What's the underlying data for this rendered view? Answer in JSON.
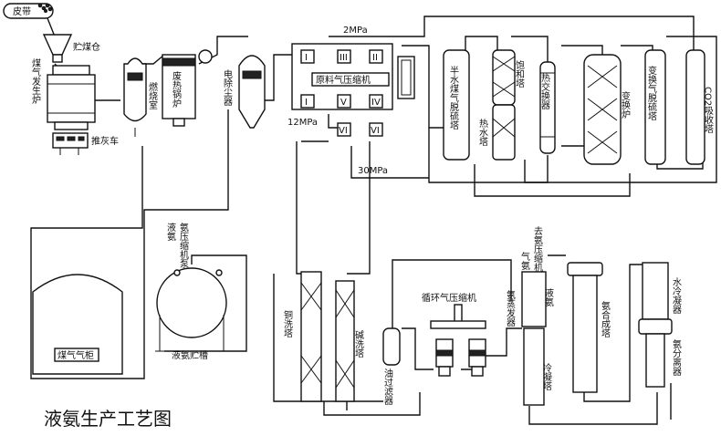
{
  "title": "液氨生产工艺图",
  "labels": {
    "belt": "皮带",
    "coal_bin": "贮煤仓",
    "gas_generator": "煤气发生炉",
    "ash_cart": "推灰车",
    "combustion_chamber": "燃烧室",
    "waste_heat_boiler": "废热锅炉",
    "electrostatic_precipitator": "电除尘器",
    "raw_gas_compressor": "原料气压缩机",
    "pressure_2": "2MPa",
    "pressure_12": "12MPa",
    "pressure_30": "30MPa",
    "semi_water_gas_desulfurizer": "半水煤气脱硫塔",
    "saturation_tower": "饱和塔",
    "hot_water_tower": "热水塔",
    "heat_exchanger": "热交换器",
    "shift_converter": "变换炉",
    "shift_gas_desulfurizer": "变换气脱硫塔",
    "co2_absorber": "CO2吸收塔",
    "gas_holder": "煤气气柜",
    "liquid_ammonia_label": "液氨",
    "ammonia_pump": "氨压缩机泵",
    "liquid_ammonia_tank": "液氨贮槽",
    "copper_wash": "铜洗塔",
    "alkali_wash": "碱洗塔",
    "oil_filter": "油过滤器",
    "circulating_compressor": "循环气压缩机",
    "ammonia_gas": "气氨",
    "ammonia_evaporator": "氨蒸发器",
    "to_ammonia_compressor": "去氨压缩机",
    "liquid_ammonia2": "液氨",
    "cold_exchanger": "冷凝塔",
    "ammonia_synthesis": "氨合成塔",
    "water_cooler": "水冷凝器",
    "ammonia_separator": "氨分离器"
  },
  "compressor_stages": [
    "I",
    "III",
    "II",
    "I",
    "V",
    "IV",
    "VI",
    "VI"
  ]
}
